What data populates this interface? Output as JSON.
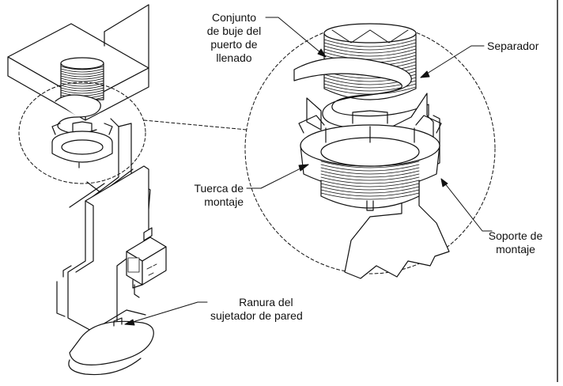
{
  "labels": {
    "fill_port_bushing": [
      "Conjunto",
      "de buje del",
      "puerto de",
      "llenado"
    ],
    "spacer": [
      "Separador"
    ],
    "mounting_nut": [
      "Tuerca de",
      "montaje"
    ],
    "mounting_bracket": [
      "Soporte de",
      "montaje"
    ],
    "wall_fastener_slot": [
      "Ranura del",
      "sujetador de pared"
    ]
  },
  "colors": {
    "ink": "#111111",
    "background": "#ffffff"
  }
}
